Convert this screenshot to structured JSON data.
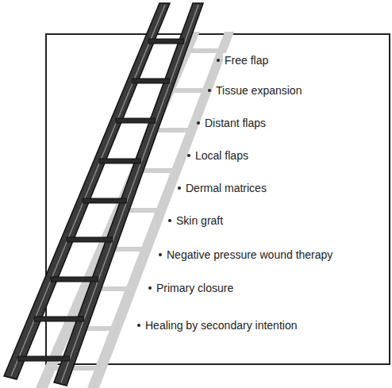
{
  "diagram": {
    "nodes": [
      {
        "text": [
          "Free flap",
          "Tissue expansion",
          "Distant flaps",
          "Local flaps",
          "Dermal matrices",
          "Skin graft",
          "Negative pressure wound therapy",
          "Primary closure",
          "Healing by secondary intention"
        ]
      }
    ]
  }
}
